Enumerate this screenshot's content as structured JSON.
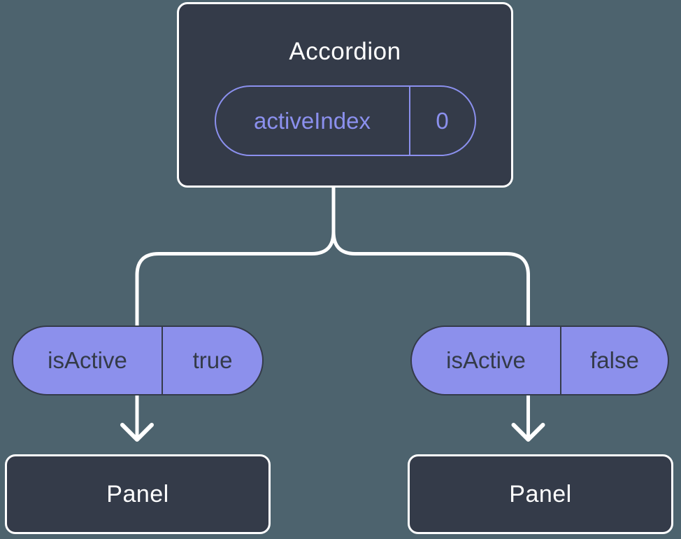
{
  "colors": {
    "background": "#4d636e",
    "surface_dark": "#343b49",
    "accent_purple": "#8c90ee",
    "line_white": "#ffffff"
  },
  "root": {
    "title": "Accordion",
    "state_name": "activeIndex",
    "state_value": "0"
  },
  "left_branch": {
    "prop_name": "isActive",
    "prop_value": "true",
    "child_title": "Panel"
  },
  "right_branch": {
    "prop_name": "isActive",
    "prop_value": "false",
    "child_title": "Panel"
  }
}
